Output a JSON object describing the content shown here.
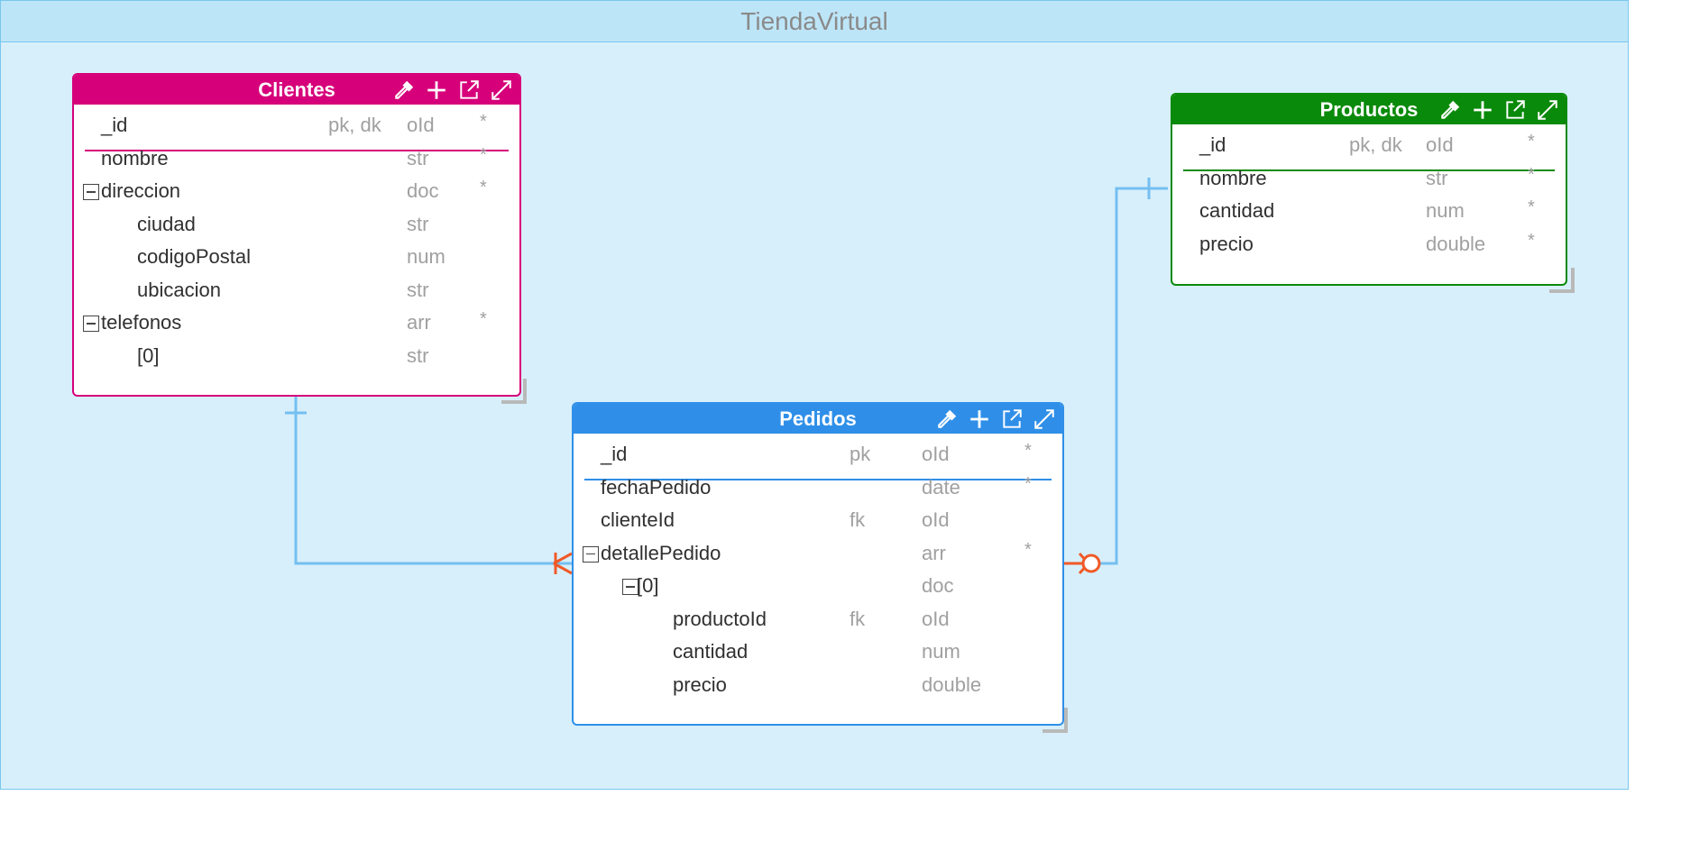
{
  "canvas": {
    "title": "TiendaVirtual"
  },
  "colors": {
    "clientes": "#d6007a",
    "productos": "#0a8a0a",
    "pedidos": "#2f8fe8",
    "link": "#74bff0",
    "cardinality": "#f05a28"
  },
  "tool_icons": [
    "eyedropper-icon",
    "plus-icon",
    "external-link-icon",
    "expand-icon"
  ],
  "entities": {
    "clientes": {
      "title": "Clientes",
      "fields": [
        {
          "name": "_id",
          "key": "pk, dk",
          "type": "oId",
          "req": "*"
        },
        {
          "name": "nombre",
          "key": "",
          "type": "str",
          "req": "*"
        },
        {
          "name": "direccion",
          "key": "",
          "type": "doc",
          "req": "*"
        },
        {
          "name": "ciudad",
          "key": "",
          "type": "str",
          "req": ""
        },
        {
          "name": "codigoPostal",
          "key": "",
          "type": "num",
          "req": ""
        },
        {
          "name": "ubicacion",
          "key": "",
          "type": "str",
          "req": ""
        },
        {
          "name": "telefonos",
          "key": "",
          "type": "arr",
          "req": "*"
        },
        {
          "name": "[0]",
          "key": "",
          "type": "str",
          "req": ""
        }
      ]
    },
    "productos": {
      "title": "Productos",
      "fields": [
        {
          "name": "_id",
          "key": "pk, dk",
          "type": "oId",
          "req": "*"
        },
        {
          "name": "nombre",
          "key": "",
          "type": "str",
          "req": "*"
        },
        {
          "name": "cantidad",
          "key": "",
          "type": "num",
          "req": "*"
        },
        {
          "name": "precio",
          "key": "",
          "type": "double",
          "req": "*"
        }
      ]
    },
    "pedidos": {
      "title": "Pedidos",
      "fields": [
        {
          "name": "_id",
          "key": "pk",
          "type": "oId",
          "req": "*"
        },
        {
          "name": "fechaPedido",
          "key": "",
          "type": "date",
          "req": "*"
        },
        {
          "name": "clienteId",
          "key": "fk",
          "type": "oId",
          "req": ""
        },
        {
          "name": "detallePedido",
          "key": "",
          "type": "arr",
          "req": "*"
        },
        {
          "name": "[0]",
          "key": "",
          "type": "doc",
          "req": ""
        },
        {
          "name": "productoId",
          "key": "fk",
          "type": "oId",
          "req": ""
        },
        {
          "name": "cantidad",
          "key": "",
          "type": "num",
          "req": ""
        },
        {
          "name": "precio",
          "key": "",
          "type": "double",
          "req": ""
        }
      ]
    }
  }
}
